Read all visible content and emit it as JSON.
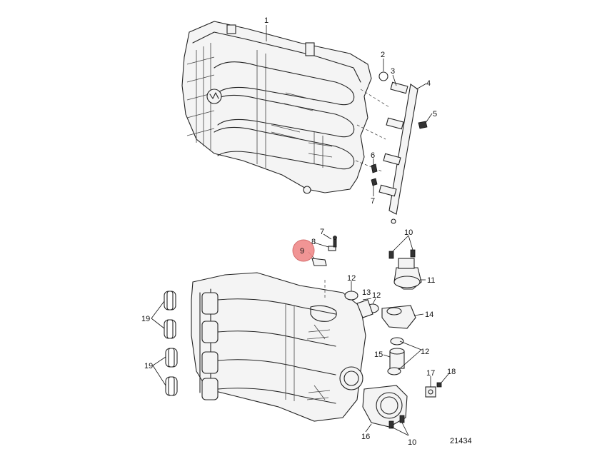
{
  "figure_number": "21434",
  "highlight_color": "#f08a8a",
  "callouts": {
    "c1": "1",
    "c2": "2",
    "c3": "3",
    "c4": "4",
    "c5": "5",
    "c6": "6",
    "c7a": "7",
    "c7b": "7",
    "c8": "8",
    "c9": "9",
    "c10a": "10",
    "c10b": "10",
    "c11": "11",
    "c12a": "12",
    "c12b": "12",
    "c12c": "12",
    "c13": "13",
    "c14": "14",
    "c15": "15",
    "c16": "16",
    "c17": "17",
    "c18": "18",
    "c19a": "19",
    "c19b": "19"
  },
  "highlighted_callout": "9"
}
